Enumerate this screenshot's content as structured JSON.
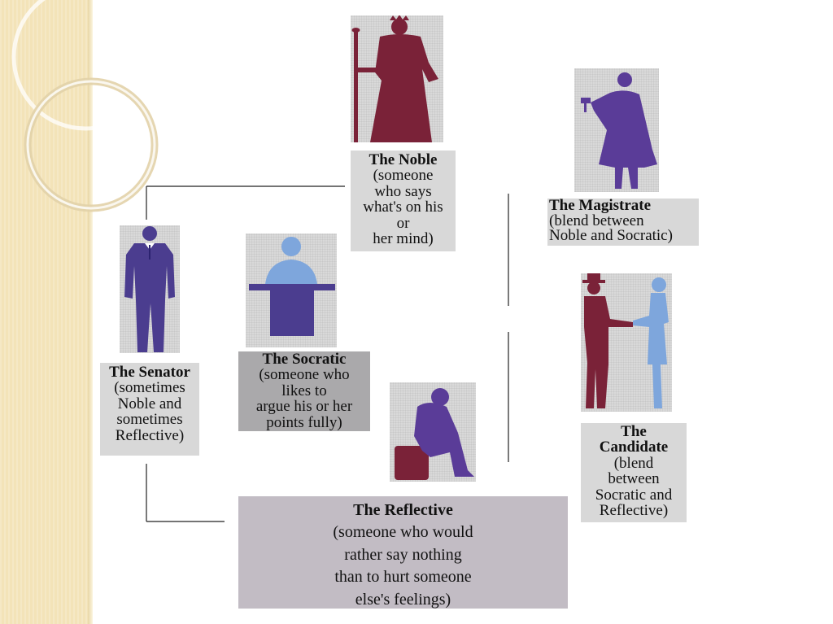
{
  "colors": {
    "sidebar": "#f3e3b8",
    "maroon": "#7a2238",
    "indigo": "#4b3d8f",
    "violet": "#5a3c98",
    "lightblue": "#7ea6dc"
  },
  "figures": {
    "noble": "noble-with-staff-silhouette",
    "magistrate": "magistrate-with-gavel-silhouette",
    "senator": "senator-in-suit-silhouette",
    "socratic": "socratic-at-podium-silhouette",
    "reflective": "reflective-seated-thinker-silhouette",
    "candidate": "candidate-handshake-silhouette"
  },
  "noble": {
    "title": "The Noble",
    "desc": [
      "(someone",
      "who says",
      "what's on his",
      "or",
      "her mind)"
    ]
  },
  "magistrate": {
    "title": "The Magistrate",
    "desc": [
      "(blend between",
      "Noble and Socratic)"
    ]
  },
  "senator": {
    "title": "The Senator",
    "desc": [
      "(sometimes",
      "Noble and",
      "sometimes",
      "Reflective)"
    ]
  },
  "socratic": {
    "title": "The Socratic",
    "desc": [
      "(someone who",
      "likes to",
      "argue his or her",
      "points fully)"
    ]
  },
  "candidate": {
    "title_lines": [
      "The",
      "Candidate"
    ],
    "desc": [
      "(blend",
      "between",
      "Socratic and",
      "Reflective)"
    ]
  },
  "reflective": {
    "title": "The Reflective",
    "desc": [
      "(someone who would",
      "rather say nothing",
      "than to hurt someone",
      "else's feelings)"
    ]
  }
}
